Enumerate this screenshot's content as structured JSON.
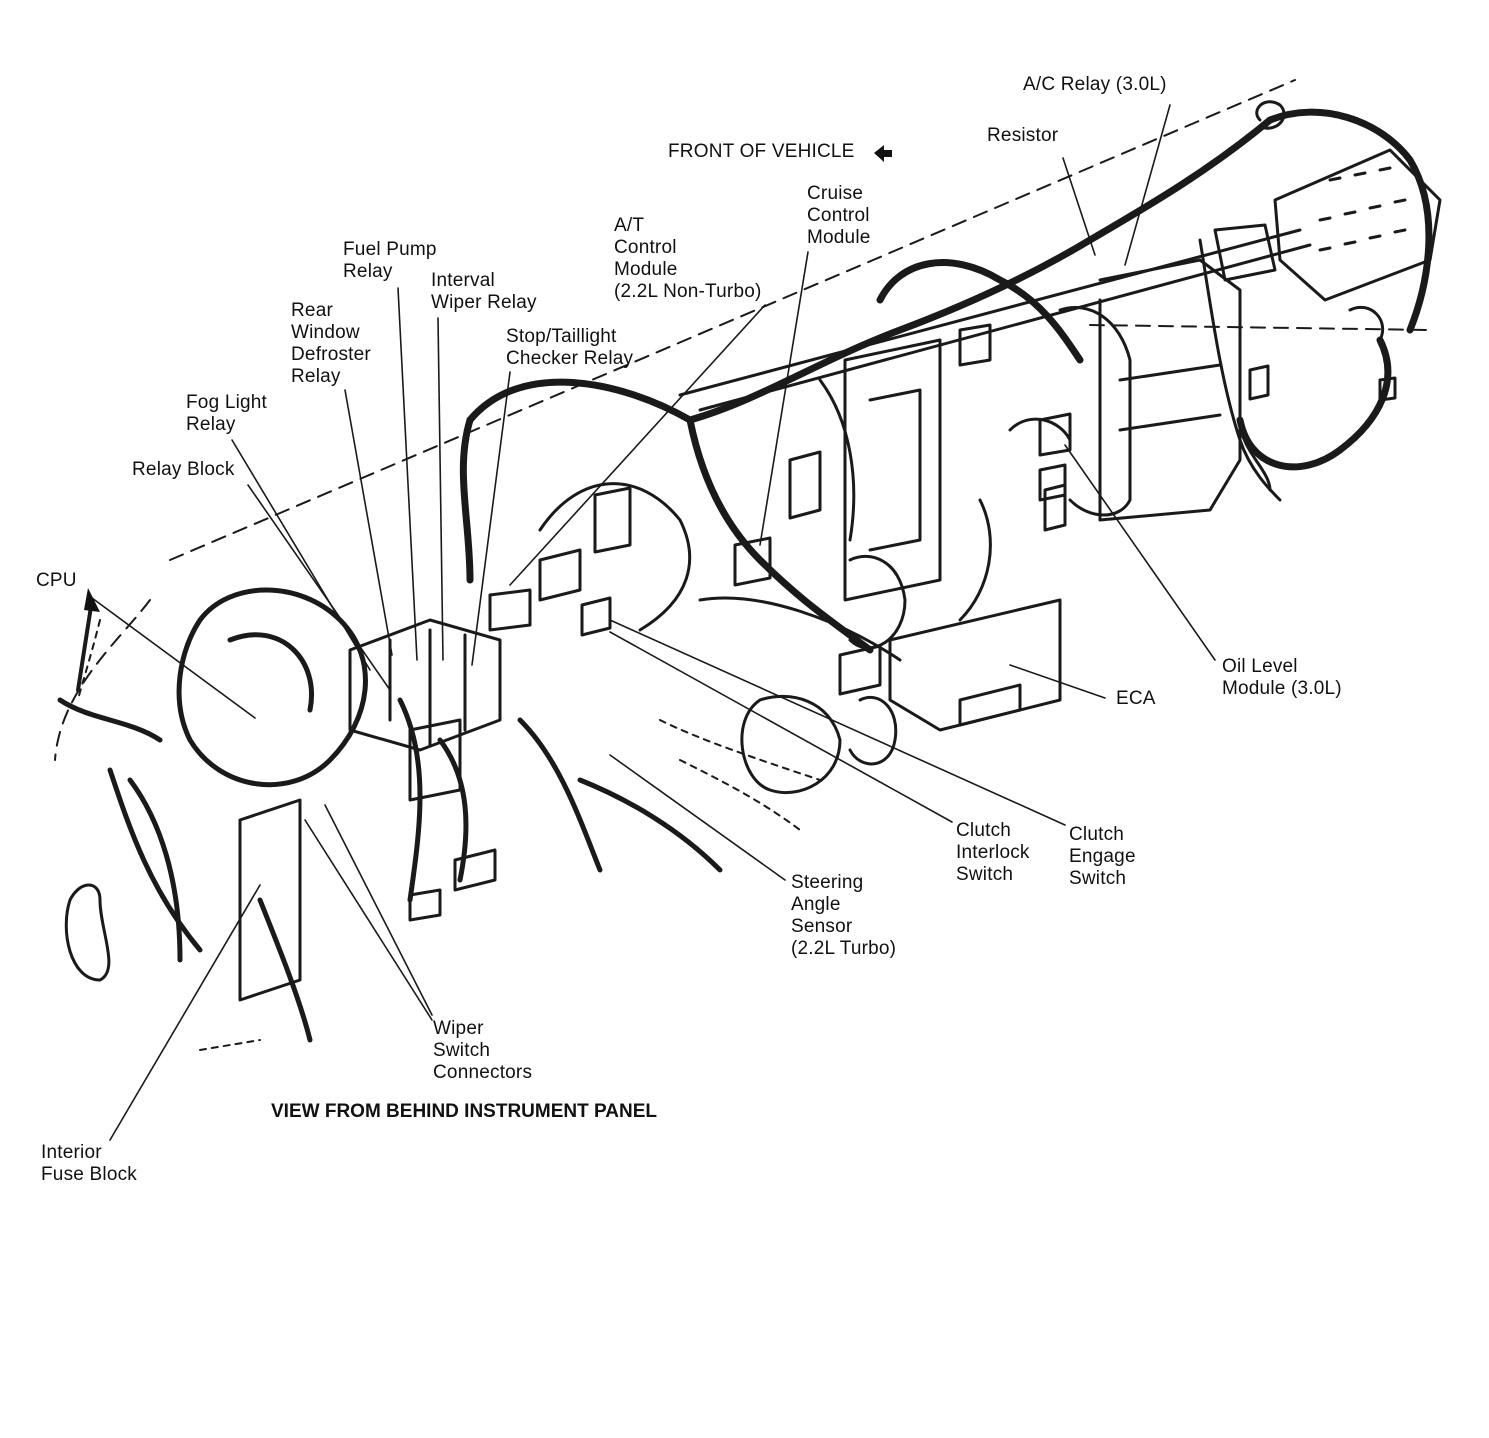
{
  "colors": {
    "ink": "#111111",
    "paper": "#ffffff"
  },
  "front_label": "FRONT OF VEHICLE",
  "caption": "VIEW FROM BEHIND INSTRUMENT PANEL",
  "labels": {
    "ac_relay": "A/C Relay (3.0L)",
    "resistor": "Resistor",
    "cruise": "Cruise\nControl\nModule",
    "at_control": "A/T\nControl\nModule\n(2.2L Non-Turbo)",
    "fuel_pump": "Fuel Pump\nRelay",
    "interval_wiper": "Interval\nWiper Relay",
    "rear_window": "Rear\nWindow\nDefroster\nRelay",
    "stop_taillight": "Stop/Taillight\nChecker Relay",
    "fog_light": "Fog Light\nRelay",
    "relay_block": "Relay Block",
    "cpu": "CPU",
    "oil_level": "Oil Level\nModule (3.0L)",
    "eca": "ECA",
    "clutch_interlock": "Clutch\nInterlock\nSwitch",
    "clutch_engage": "Clutch\nEngage\nSwitch",
    "steering_angle": "Steering\nAngle\nSensor\n(2.2L Turbo)",
    "wiper_switch": "Wiper\nSwitch\nConnectors",
    "interior_fuse": "Interior\nFuse Block"
  }
}
